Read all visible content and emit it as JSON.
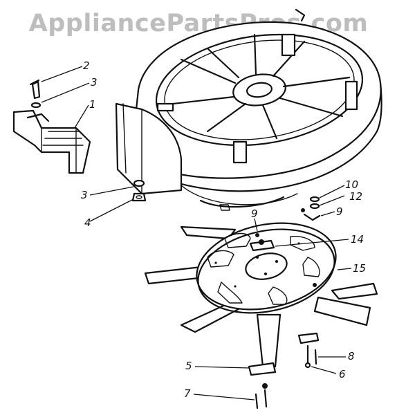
{
  "watermark": "AppliancePartsPros.com",
  "callouts": [
    {
      "label": "2"
    },
    {
      "label": "3"
    },
    {
      "label": "1"
    },
    {
      "label": "3"
    },
    {
      "label": "4"
    },
    {
      "label": "10"
    },
    {
      "label": "12"
    },
    {
      "label": "9"
    },
    {
      "label": "9"
    },
    {
      "label": "14"
    },
    {
      "label": "15"
    },
    {
      "label": "5"
    },
    {
      "label": "8"
    },
    {
      "label": "6"
    },
    {
      "label": "7"
    }
  ]
}
